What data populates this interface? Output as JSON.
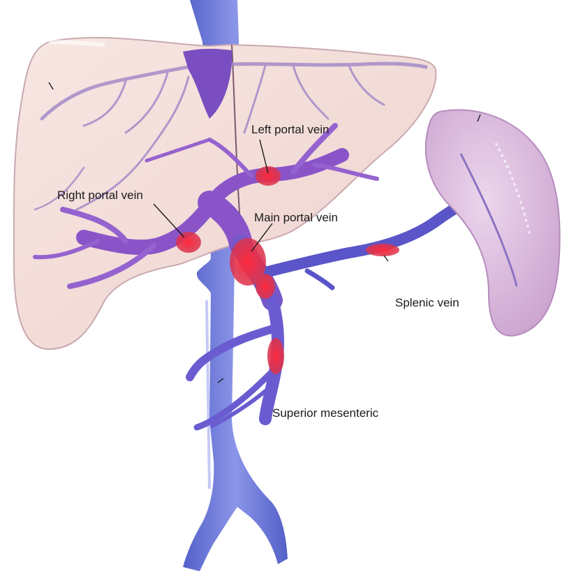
{
  "labels": {
    "left_portal_vein": "Left portal vein",
    "right_portal_vein": "Right portal vein",
    "main_portal_vein": "Main portal vein",
    "splenic_vein": "Splenic vein",
    "superior_mesenteric": "Superior mesenteric"
  },
  "colors": {
    "liver_fill": "#f3dcd8",
    "liver_edge": "#c9a9b0",
    "vena_cava": "#6a76d6",
    "portal_vein": "#8a54c8",
    "occlusion": "#e8203a",
    "spleen": "#d7b7da"
  }
}
